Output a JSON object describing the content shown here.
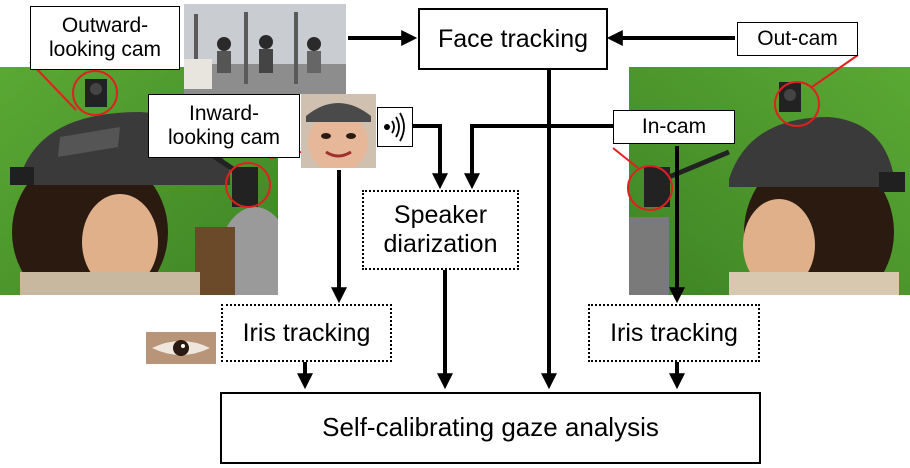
{
  "nodes": {
    "face_tracking": "Face tracking",
    "speaker_diarization": "Speaker\ndiarization",
    "iris_tracking_left": "Iris tracking",
    "iris_tracking_right": "Iris tracking",
    "self_calibrating": "Self-calibrating gaze analysis"
  },
  "labels": {
    "outward_cam": "Outward-\nlooking cam",
    "inward_cam": "Inward-\nlooking cam",
    "out_cam": "Out-cam",
    "in_cam": "In-cam"
  },
  "icons": {
    "microphone": "microphone-icon"
  },
  "colors": {
    "green_screen": "#4f9a2e",
    "highlight_circle": "#e02020",
    "helmet": "#3a3a3a"
  }
}
